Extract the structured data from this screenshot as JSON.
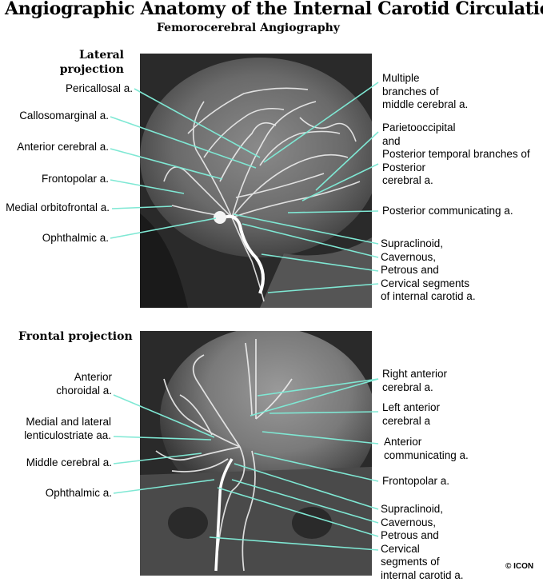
{
  "title": "Angiographic Anatomy of the Internal Carotid Circulation",
  "subtitle": "Femorocerebral Angiography",
  "lateral": {
    "heading_line1": "Lateral",
    "heading_line2": "projection",
    "left_labels": [
      "Pericallosal a.",
      "Callosomarginal a.",
      "Anterior cerebral a.",
      "Frontopolar a.",
      "Medial orbitofrontal a.",
      "Ophthalmic a."
    ],
    "right_labels": {
      "middle": [
        "Multiple",
        "branches of",
        "middle cerebral a."
      ],
      "posterior": [
        "Parietooccipital",
        "and",
        "Posterior temporal branches of",
        "Posterior",
        "cerebral a."
      ],
      "pcomm": "Posterior communicating a.",
      "segments": [
        "Supraclinoid,",
        "Cavernous,",
        "Petrous and",
        "Cervical segments",
        "of internal carotid a."
      ]
    }
  },
  "frontal": {
    "heading": "Frontal projection",
    "left_labels": {
      "choroidal": [
        "Anterior",
        "choroidal a."
      ],
      "lenticulo": [
        "Medial and lateral",
        "lenticulostriate aa."
      ],
      "mca": "Middle cerebral a.",
      "ophthalmic": "Ophthalmic a."
    },
    "right_labels": {
      "right_aca": [
        "Right anterior",
        "cerebral a."
      ],
      "left_aca": [
        "Left anterior",
        "cerebral a"
      ],
      "acomm": [
        "Anterior",
        "communicating a."
      ],
      "frontopolar": "Frontopolar a.",
      "segments": [
        "Supraclinoid,",
        "Cavernous,",
        "Petrous and",
        "Cervical",
        "segments of",
        "internal carotid a."
      ]
    }
  },
  "copyright": "© ICON",
  "colors": {
    "leader": "#7fe8d4",
    "image_dark": "#1e1e1e",
    "vessel": "#e8e8e8"
  }
}
